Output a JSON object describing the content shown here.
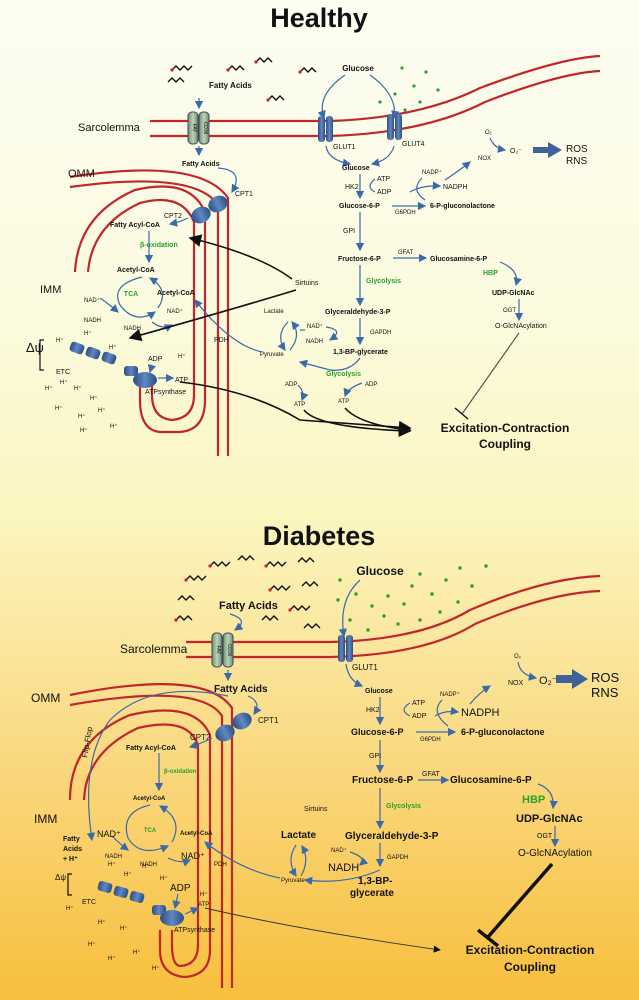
{
  "healthy": {
    "title": "Healthy",
    "sarcolemma": "Sarcolemma",
    "omm": "OMM",
    "imm": "IMM",
    "delta_psi": "Δψ",
    "fatty_acids_out": "Fatty Acids",
    "fatty_acids_in": "Fatty Acids",
    "fat_label": "FAT",
    "cd36_label": "CD36",
    "glucose_out": "Glucose",
    "glut1": "GLUT1",
    "glut4": "GLUT4",
    "cpt1": "CPT1",
    "cpt2": "CPT2",
    "fatty_acyl_coa": "Fatty Acyl-CoA",
    "beta_ox": "β-oxidation",
    "acetyl_coa_1": "Acetyl-CoA",
    "acetyl_coa_2": "Acetyl-CoA",
    "tca": "TCA",
    "nad_1": "NAD⁺",
    "nadh_1": "NADH",
    "nad_2": "NAD⁺",
    "nadh_2": "NADH",
    "etc": "ETC",
    "h": "H⁺",
    "adp_mito": "ADP",
    "atp_mito": "ATP",
    "atp_synthase": "ATPsynthase",
    "pdh": "PDH",
    "sirtuins": "Sirtuins",
    "lactate": "Lactate",
    "pyruvate": "Pyruvate",
    "nad_3": "NAD⁺",
    "nadh_3": "NADH",
    "glucose_in": "Glucose",
    "hk2": "HK2",
    "atp_hk": "ATP",
    "adp_hk": "ADP",
    "glucose_6p": "Glucose-6-P",
    "g6pdh": "G6PDH",
    "nadp": "NADP⁺",
    "nadph": "NADPH",
    "pgl": "6-P-gluconolactone",
    "gpi": "GPI",
    "fructose_6p": "Fructose-6-P",
    "gfat": "GFAT",
    "glucosamine_6p": "Glucosamine-6-P",
    "glycolysis_1": "Glycolysis",
    "hbp": "HBP",
    "g3p": "Glyceraldehyde-3-P",
    "gapdh": "GAPDH",
    "udp": "UDP-GlcNAc",
    "ogt": "OGT",
    "oglc": "O-GlcNAcylation",
    "bpg": "1,3-BP-glycerate",
    "glycolysis_2": "Glycolysis",
    "adp_g1": "ADP",
    "adp_g2": "ADP",
    "atp_g1": "ATP",
    "atp_g2": "ATP",
    "o2": "O₂",
    "nox": "NOX",
    "o2_radical": "O₂⁻",
    "ros": "ROS",
    "rns": "RNS",
    "ecc_1": "Excitation-Contraction",
    "ecc_2": "Coupling"
  },
  "diabetes": {
    "title": "Diabetes",
    "sarcolemma": "Sarcolemma",
    "omm": "OMM",
    "imm": "IMM",
    "delta_psi": "Δψ",
    "fatty_acids_out": "Fatty Acids",
    "fatty_acids_in": "Fatty Acids",
    "fat_label": "FAT",
    "cd36_label": "CD36",
    "flipflop": "Flip-Flop",
    "fa_h_1": "Fatty",
    "fa_h_2": "Acids",
    "fa_h_3": "+ H⁺",
    "glucose_out": "Glucose",
    "glut1": "GLUT1",
    "cpt1": "CPT1",
    "cpt2": "CPT2",
    "fatty_acyl_coa": "Fatty Acyl-CoA",
    "beta_ox": "β-oxidation",
    "acetyl_coa_1": "Acetyl-CoA",
    "acetyl_coa_2": "Acetyl-CoA",
    "tca": "TCA",
    "nad_1": "NAD⁺",
    "nadh_1": "NADH",
    "nad_2": "NAD⁺",
    "nadh_2": "NADH",
    "etc": "ETC",
    "h": "H⁺",
    "adp_mito": "ADP",
    "atp_mito": "ATP",
    "atp_synthase": "ATPsynthase",
    "pdh": "PDH",
    "sirtuins": "Sirtuins",
    "lactate": "Lactate",
    "pyruvate": "Pyruvate",
    "nad_3": "NAD⁺",
    "nadh_3": "NADH",
    "glucose_in": "Glucose",
    "hk2": "HK2",
    "atp_hk": "ATP",
    "adp_hk": "ADP",
    "glucose_6p": "Glucose-6-P",
    "g6pdh": "G6PDH",
    "nadp": "NADP⁺",
    "nadph": "NADPH",
    "pgl": "6-P-gluconolactone",
    "gpi": "GPI",
    "fructose_6p": "Fructose-6-P",
    "gfat": "GFAT",
    "glucosamine_6p": "Glucosamine-6-P",
    "glycolysis_1": "Glycolysis",
    "hbp": "HBP",
    "g3p": "Glyceraldehyde-3-P",
    "gapdh": "GAPDH",
    "udp": "UDP-GlcNAc",
    "ogt": "OGT",
    "oglc": "O-GlcNAcylation",
    "bpg_1": "1,3-BP-",
    "bpg_2": "glycerate",
    "o2": "O₂",
    "nox": "NOX",
    "o2_radical": "O₂⁻",
    "ros": "ROS",
    "rns": "RNS",
    "ecc_1": "Excitation-Contraction",
    "ecc_2": "Coupling"
  },
  "colors": {
    "membrane": "#c0262a",
    "arrow": "#3b6aa8",
    "green": "#2aa12a",
    "transporter": "#3e6399"
  }
}
